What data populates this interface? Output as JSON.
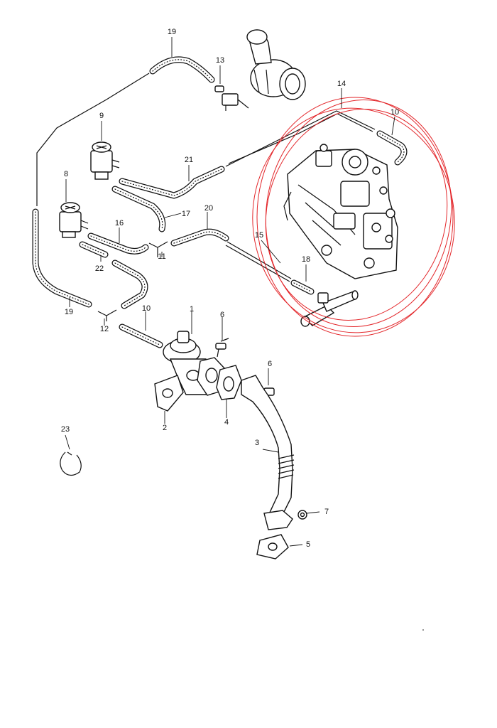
{
  "diagram": {
    "part_numbers": {
      "p1": "1",
      "p2": "2",
      "p3": "3",
      "p4": "4",
      "p5": "5",
      "p6a": "6",
      "p6b": "6",
      "p7": "7",
      "p8": "8",
      "p9": "9",
      "p10a": "10",
      "p10b": "10",
      "p11": "11",
      "p12": "12",
      "p13": "13",
      "p14": "14",
      "p15": "15",
      "p16": "16",
      "p17": "17",
      "p18": "18",
      "p19a": "19",
      "p19b": "19",
      "p20": "20",
      "p21": "21",
      "p22": "22",
      "p23": "23"
    },
    "highlight_color": "#e3262a"
  }
}
